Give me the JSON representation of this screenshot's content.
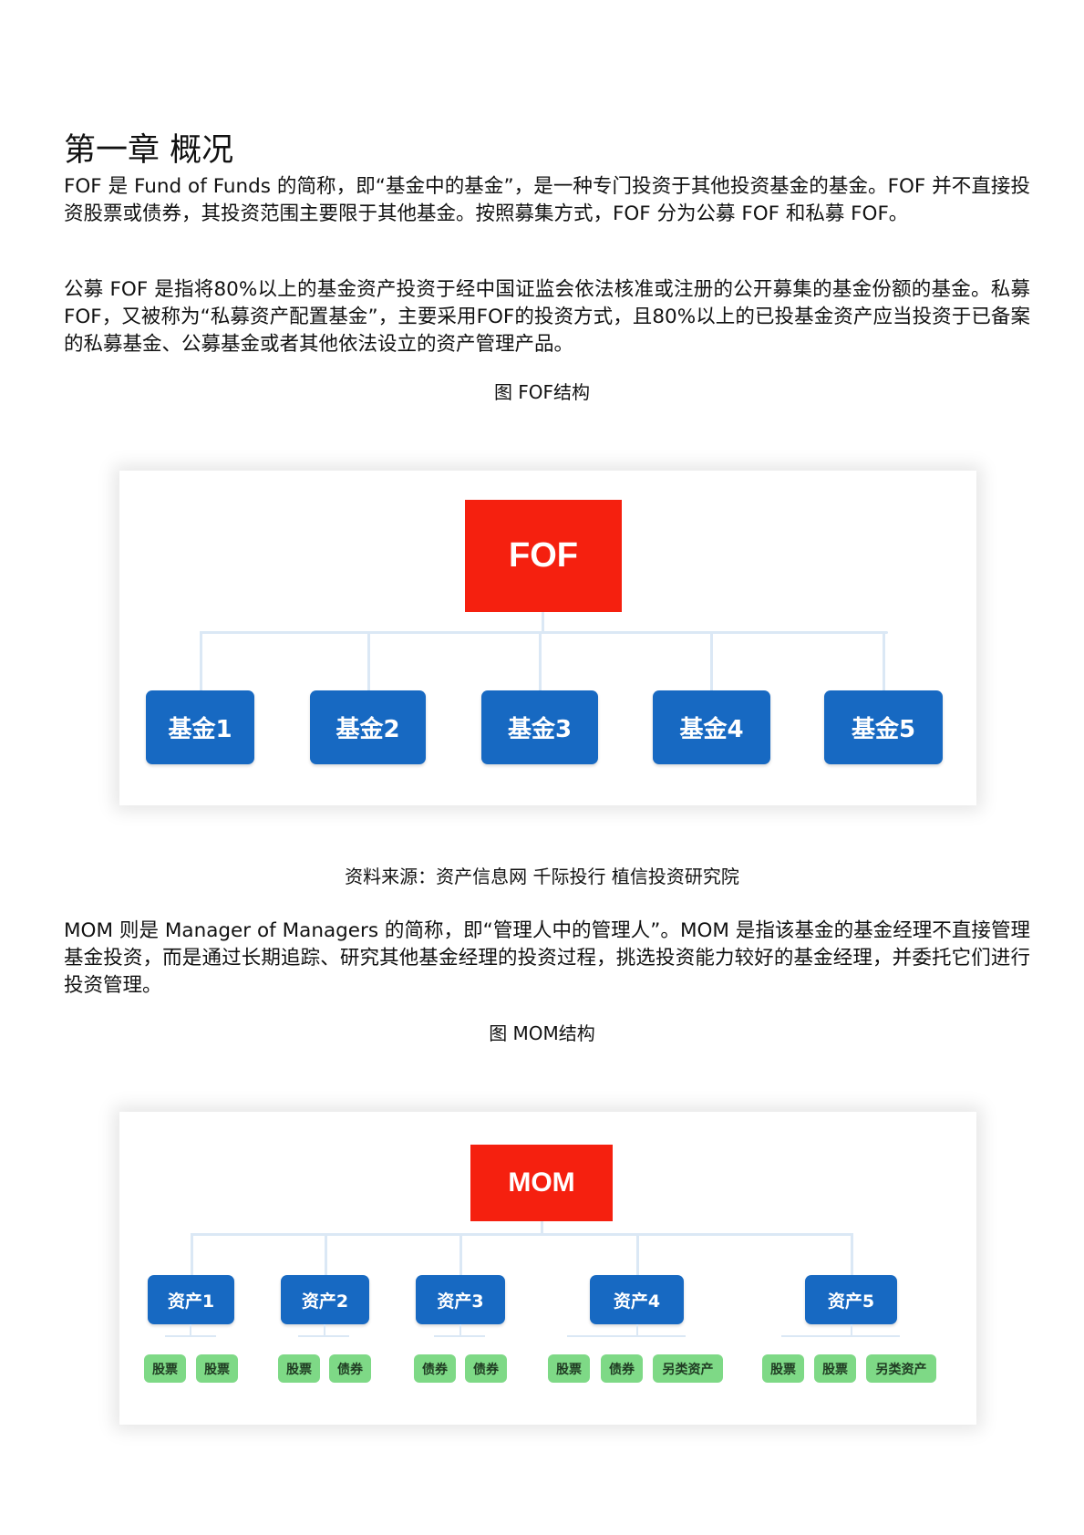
{
  "document": {
    "chapter_title": "第一章 概况",
    "paragraphs": [
      "FOF 是 Fund of Funds 的简称，即“基金中的基金”，是一种专门投资于其他投资基金的基金。FOF 并不直接投资股票或债券，其投资范围主要限于其他基金。按照募集方式，FOF 分为公募 FOF 和私募 FOF。",
      "公募 FOF 是指将80%以上的基金资产投资于经中国证监会依法核准或注册的公开募集的基金份额的基金。私募FOF，又被称为“私募资产配置基金”，主要采用FOF的投资方式，且80%以上的已投基金资产应当投资于已备案的私募基金、公募基金或者其他依法设立的资产管理产品。",
      "MOM 则是 Manager of Managers 的简称，即“管理人中的管理人”。MOM 是指该基金的基金经理不直接管理基金投资，而是通过长期追踪、研究其他基金经理的投资过程，挑选投资能力较好的基金经理，并委托它们进行投资管理。"
    ],
    "figure_fof_caption": "图 FOF结构",
    "source_caption": "资料来源：资产信息网 千际投行 植信投资研究院",
    "figure_mom_caption": "图 MOM结构"
  },
  "fof_diagram": {
    "root": "FOF",
    "children": [
      "基金1",
      "基金2",
      "基金3",
      "基金4",
      "基金5"
    ],
    "colors": {
      "root": "#f5200f",
      "child": "#1769c2",
      "connector": "#dbe8f5"
    }
  },
  "mom_diagram": {
    "root": "MOM",
    "assets": [
      {
        "label": "资产1",
        "leaves": [
          "股票",
          "股票"
        ]
      },
      {
        "label": "资产2",
        "leaves": [
          "股票",
          "债券"
        ]
      },
      {
        "label": "资产3",
        "leaves": [
          "债券",
          "债券"
        ]
      },
      {
        "label": "资产4",
        "leaves": [
          "股票",
          "债券",
          "另类资产"
        ]
      },
      {
        "label": "资产5",
        "leaves": [
          "股票",
          "股票",
          "另类资产"
        ]
      }
    ],
    "colors": {
      "root": "#f5200f",
      "asset": "#1769c2",
      "leaf": "#7ed986",
      "connector": "#dbe8f5"
    }
  }
}
